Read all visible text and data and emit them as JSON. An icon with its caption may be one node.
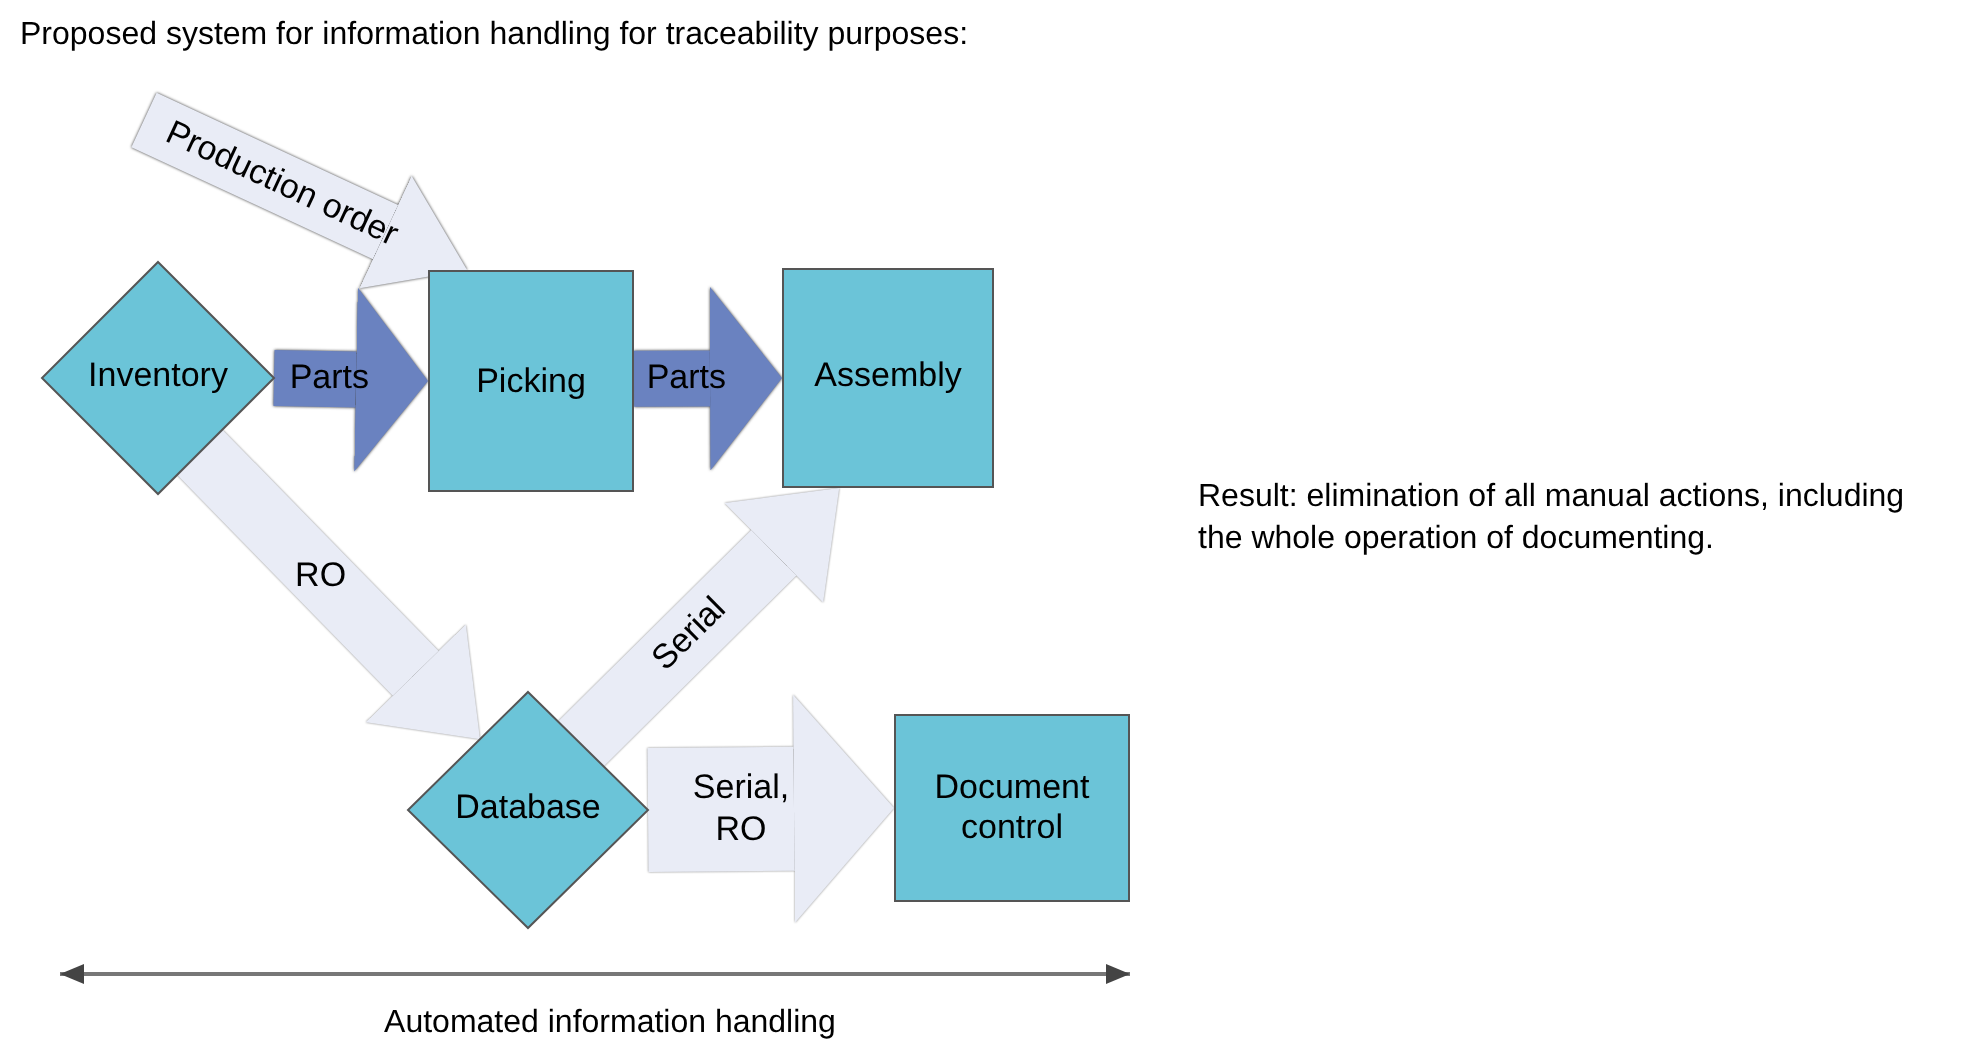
{
  "diagram": {
    "title": "Proposed system for information handling for traceability purposes:",
    "nodes": [
      {
        "text": [
          "Inventory"
        ]
      },
      {
        "text": [
          "Picking"
        ]
      },
      {
        "text": [
          "Assembly"
        ]
      },
      {
        "text": [
          "Database"
        ]
      },
      {
        "text": [
          "Document control"
        ]
      }
    ],
    "edges": [
      {
        "from": null,
        "to": 1,
        "arrow": "to",
        "label": "Production order"
      },
      {
        "from": 0,
        "to": 1,
        "arrow": "to",
        "label": "Parts",
        "color": "#6a82c0"
      },
      {
        "from": 1,
        "to": 2,
        "arrow": "to",
        "label": "Parts",
        "color": "#6a82c0"
      },
      {
        "from": 0,
        "to": 3,
        "arrow": "to",
        "label": "RO",
        "style": "dashed"
      },
      {
        "from": 3,
        "to": 2,
        "arrow": "to",
        "label": "Serial",
        "style": "dashed"
      },
      {
        "from": 3,
        "to": 4,
        "arrow": "to",
        "label": "Serial, RO",
        "style": "dashed"
      }
    ],
    "labels": [
      "Result: elimination of all manual actions, including the whole operation of documenting.",
      "Automated information handling"
    ]
  }
}
